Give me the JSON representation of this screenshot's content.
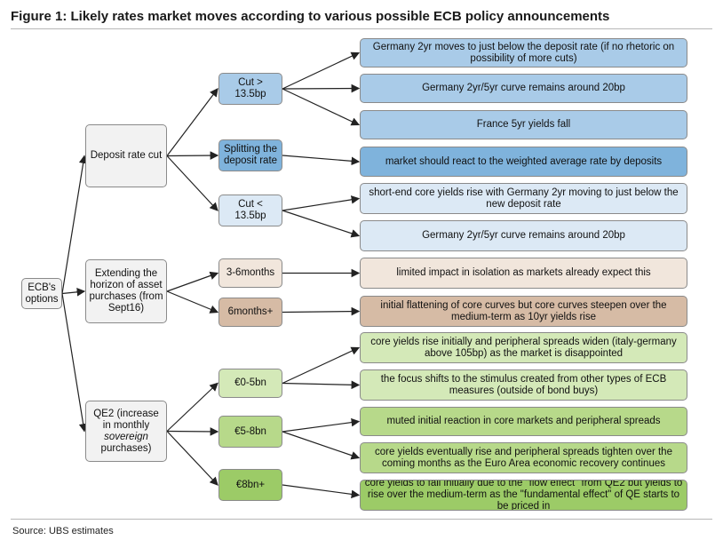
{
  "title": "Figure 1: Likely rates market moves according to various possible ECB policy announcements",
  "source": "Source:  UBS estimates",
  "colors": {
    "blue_light": "#dce9f5",
    "blue_mid": "#a9cbe8",
    "blue_dark": "#7fb3dc",
    "tan_light": "#f1e6dc",
    "tan_dark": "#d6bba5",
    "green_light": "#d4e9b8",
    "green_mid": "#b7d98a",
    "green_dark": "#9ccb67",
    "grey": "#f2f2f2"
  },
  "root": {
    "label": "ECB's options"
  },
  "options": [
    {
      "label": "Deposit rate cut"
    },
    {
      "label": "Extending the horizon of asset purchases (from Sept16)"
    },
    {
      "label_a": "QE2 (increase in monthly",
      "label_em": "sovereign",
      "label_b": "purchases)"
    }
  ],
  "scenarios": [
    "Cut > 13.5bp",
    "Splitting the deposit rate",
    "Cut < 13.5bp",
    "3-6months",
    "6months+",
    "€0-5bn",
    "€5-8bn",
    "€8bn+"
  ],
  "outcomes": [
    "Germany 2yr moves to just below the deposit rate (if no rhetoric on possibility of more cuts)",
    "Germany 2yr/5yr curve remains around 20bp",
    "France 5yr yields fall",
    "market should react to the weighted average rate by deposits",
    "short-end core yields rise with Germany 2yr moving to just below the new deposit rate",
    "Germany 2yr/5yr curve remains around 20bp",
    "limited impact in isolation as markets already expect this",
    "initial flattening of core curves but core curves steepen over the medium-term as 10yr yields rise",
    "core yields rise initially and peripheral spreads widen (italy-germany above 105bp) as the market is disappointed",
    "the focus shifts to the stimulus created from other types of ECB measures (outside of bond buys)",
    "muted initial reaction in core markets and peripheral spreads",
    "core yields eventually rise and peripheral spreads tighten over the coming months as the Euro Area economic recovery continues",
    "core yields to fall initially due to the \"flow effect\" from QE2 but yields to rise over the medium-term as the \"fundamental effect\" of QE starts to be priced in"
  ]
}
